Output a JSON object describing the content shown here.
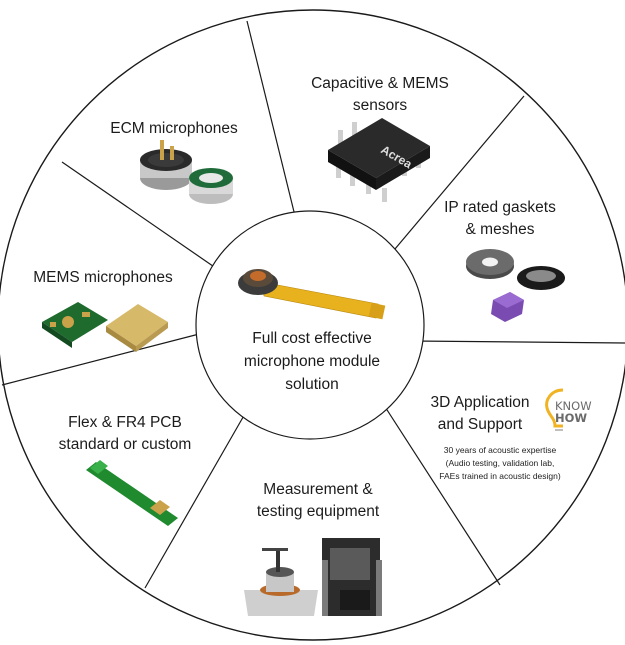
{
  "center": {
    "label": [
      "Full cost effective",
      "microphone module",
      "solution"
    ]
  },
  "segments": [
    {
      "id": "ecm",
      "label": [
        "ECM microphones"
      ]
    },
    {
      "id": "capacitive",
      "label": [
        "Capacitive & MEMS",
        "sensors"
      ]
    },
    {
      "id": "ip",
      "label": [
        "IP rated gaskets",
        "& meshes"
      ]
    },
    {
      "id": "app",
      "label": [
        "3D Application",
        "and Support"
      ],
      "note": [
        "30 years of acoustic expertise",
        "(Audio testing, validation lab,",
        "FAEs trained in acoustic design)"
      ]
    },
    {
      "id": "measurement",
      "label": [
        "Measurement &",
        "testing equipment"
      ]
    },
    {
      "id": "pcb",
      "label": [
        "Flex & FR4 PCB",
        "standard or custom"
      ]
    },
    {
      "id": "mems",
      "label": [
        "MEMS microphones"
      ]
    }
  ],
  "logo": {
    "line1": "KNOW",
    "line2": "HOW"
  },
  "chip_marking": "Acrea",
  "colors": {
    "line": "#1a1a1a",
    "flex": "#e8b21e",
    "pcb": "#1f8a2e",
    "gold": "#c9a24a",
    "gasket": "#7a4bb0"
  }
}
